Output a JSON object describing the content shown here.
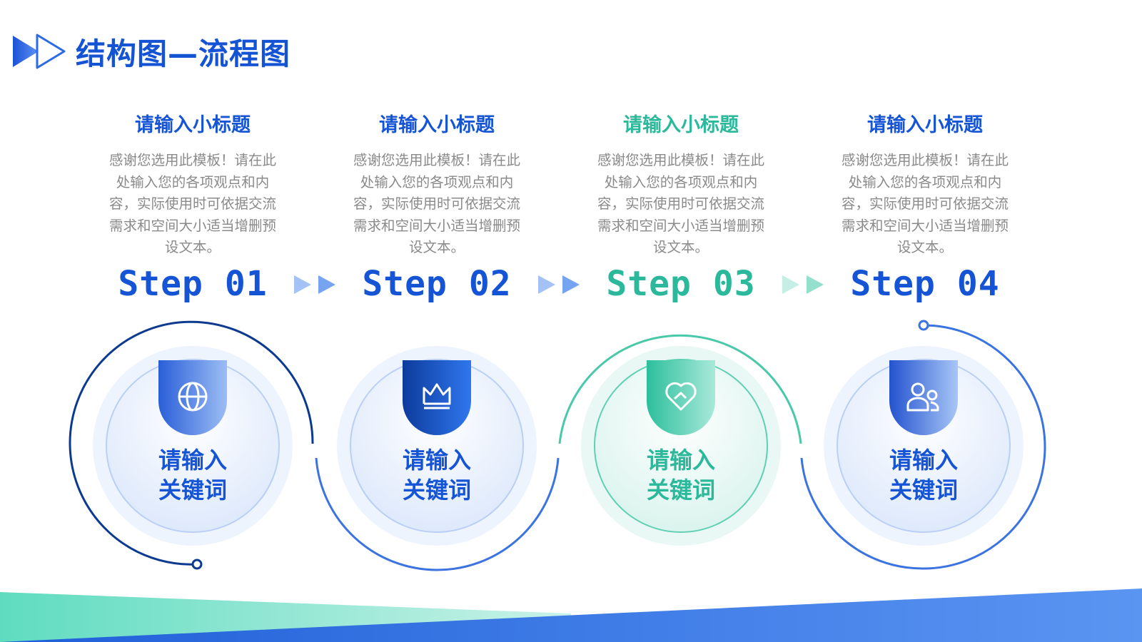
{
  "page": {
    "title": "结构图—流程图"
  },
  "steps": [
    {
      "subtitle": "请输入小标题",
      "description": "感谢您选用此模板！请在此处输入您的各项观点和内容，实际使用时可依据交流需求和空间大小适当增删预设文本。",
      "label": "Step 01",
      "keyword_line1": "请输入",
      "keyword_line2": "关键词",
      "icon": "globe-icon",
      "accent": "blue"
    },
    {
      "subtitle": "请输入小标题",
      "description": "感谢您选用此模板！请在此处输入您的各项观点和内容，实际使用时可依据交流需求和空间大小适当增删预设文本。",
      "label": "Step 02",
      "keyword_line1": "请输入",
      "keyword_line2": "关键词",
      "icon": "crown-icon",
      "accent": "blue"
    },
    {
      "subtitle": "请输入小标题",
      "description": "感谢您选用此模板！请在此处输入您的各项观点和内容，实际使用时可依据交流需求和空间大小适当增删预设文本。",
      "label": "Step 03",
      "keyword_line1": "请输入",
      "keyword_line2": "关键词",
      "icon": "heart-link-icon",
      "accent": "green"
    },
    {
      "subtitle": "请输入小标题",
      "description": "感谢您选用此模板！请在此处输入您的各项观点和内容，实际使用时可依据交流需求和空间大小适当增删预设文本。",
      "label": "Step 04",
      "keyword_line1": "请输入",
      "keyword_line2": "关键词",
      "icon": "users-icon",
      "accent": "blue"
    }
  ],
  "colors": {
    "primary_blue": "#1654d6",
    "dark_blue": "#0b3d91",
    "accent_green": "#2cb89a",
    "text_gray": "#8a8a8a"
  }
}
